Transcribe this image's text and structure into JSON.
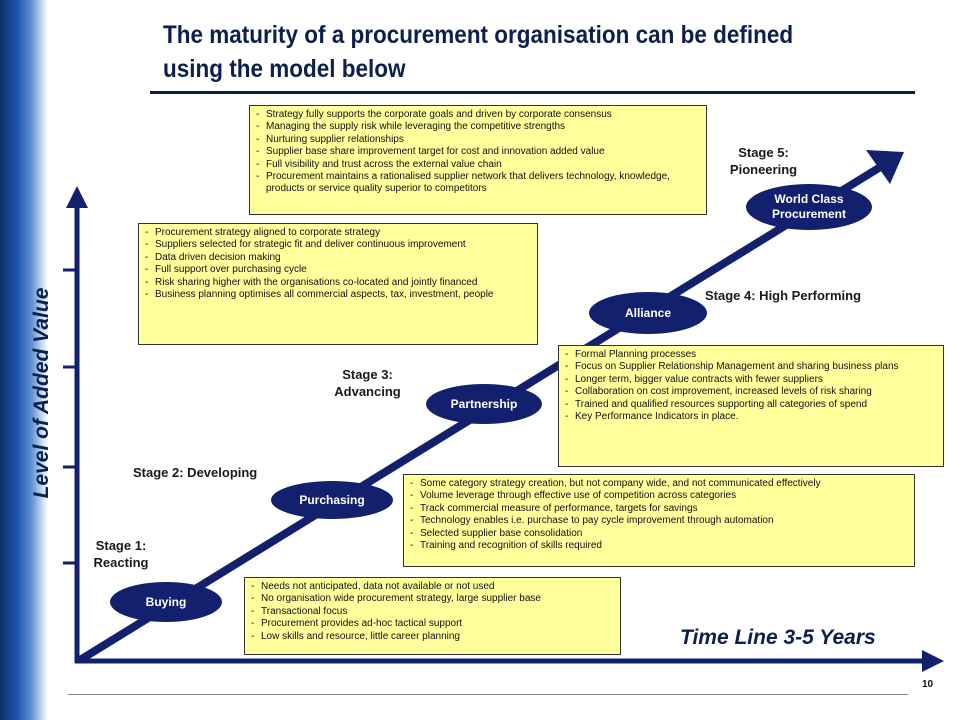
{
  "title": "The maturity of a procurement organisation can be defined using the model below",
  "axes": {
    "y_label": "Level of Added Value",
    "x_label": "Time Line 3-5 Years"
  },
  "colors": {
    "navy": "#13206e",
    "box_fill": "#ffff9c",
    "title": "#0d1f4d"
  },
  "stages": [
    {
      "id": "buying",
      "stage_label": "Stage 1:\nReacting",
      "node_label": "Buying",
      "bullets": [
        "Needs not anticipated, data not available or not used",
        "No organisation wide procurement strategy, large supplier base",
        "Transactional focus",
        "Procurement provides ad-hoc tactical support",
        "Low skills and resource, little career planning"
      ]
    },
    {
      "id": "purchasing",
      "stage_label": "Stage 2: Developing",
      "node_label": "Purchasing",
      "bullets": [
        "Some category strategy creation, but not company wide, and not communicated effectively",
        "Volume leverage through effective use of competition across categories",
        "Track commercial measure of performance, targets for savings",
        "Technology enables i.e. purchase to pay cycle improvement through automation",
        "Selected supplier base consolidation",
        "Training and recognition of skills required"
      ]
    },
    {
      "id": "partnership",
      "stage_label": "Stage 3:\nAdvancing",
      "node_label": "Partnership",
      "bullets": [
        "Formal Planning processes",
        "Focus on Supplier Relationship Management and sharing business plans",
        "Longer term, bigger value contracts with fewer suppliers",
        "Collaboration on cost improvement, increased levels of risk sharing",
        "Trained and qualified resources supporting all categories of spend",
        "Key Performance Indicators in place."
      ]
    },
    {
      "id": "alliance",
      "stage_label": "Stage 4: High Performing",
      "node_label": "Alliance",
      "bullets": [
        "Procurement strategy aligned to corporate strategy",
        "Suppliers selected for strategic fit and deliver continuous improvement",
        "Data driven decision making",
        "Full support over purchasing cycle",
        "Risk sharing higher with the organisations co-located and jointly financed",
        "Business planning optimises all commercial aspects, tax, investment, people"
      ]
    },
    {
      "id": "world-class",
      "stage_label": "Stage 5:\nPioneering",
      "node_label": "World Class\nProcurement",
      "bullets": [
        "Strategy fully supports the corporate goals and driven by corporate consensus",
        "Managing the supply risk while leveraging the competitive strengths",
        "Nurturing supplier relationships",
        "Supplier base share improvement target for cost and innovation added value",
        "Full visibility and trust across the external value chain",
        "Procurement maintains a rationalised supplier network that delivers technology, knowledge, products or service quality superior to competitors"
      ]
    }
  ],
  "page_number": "10"
}
